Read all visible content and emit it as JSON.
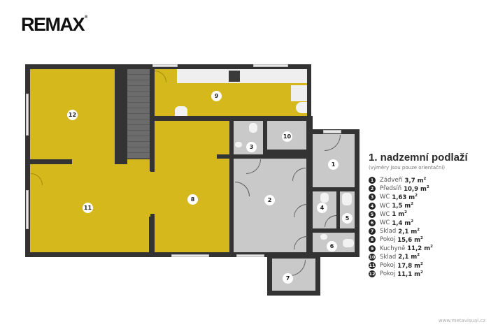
{
  "brand": {
    "logo_text": "RE/MAX",
    "logo_display": "REMAX",
    "registered": "®"
  },
  "floorplan": {
    "title": "1. nadzemní podlaží",
    "subtitle": "(výměry jsou pouze orientační)",
    "colors": {
      "living": "#d5b81b",
      "service": "#c9c9c9",
      "walls": "#333333",
      "background": "#ffffff"
    },
    "unit": "m²",
    "rooms": [
      {
        "id": "1",
        "name": "Zádveří",
        "area": "3,7"
      },
      {
        "id": "2",
        "name": "Předsíň",
        "area": "10,9"
      },
      {
        "id": "3",
        "name": "WC",
        "area": "1,63"
      },
      {
        "id": "4",
        "name": "WC",
        "area": "1,5"
      },
      {
        "id": "5",
        "name": "WC",
        "area": "1"
      },
      {
        "id": "6",
        "name": "WC",
        "area": "1,4"
      },
      {
        "id": "7",
        "name": "Sklad",
        "area": "2,1"
      },
      {
        "id": "8",
        "name": "Pokoj",
        "area": "15,6"
      },
      {
        "id": "9",
        "name": "Kuchyně",
        "area": "11,2"
      },
      {
        "id": "10",
        "name": "Sklad",
        "area": "2,1"
      },
      {
        "id": "11",
        "name": "Pokoj",
        "area": "17,8"
      },
      {
        "id": "12",
        "name": "Pokoj",
        "area": "11,1"
      }
    ]
  },
  "footer": {
    "credit": "www.metavisual.cz"
  }
}
